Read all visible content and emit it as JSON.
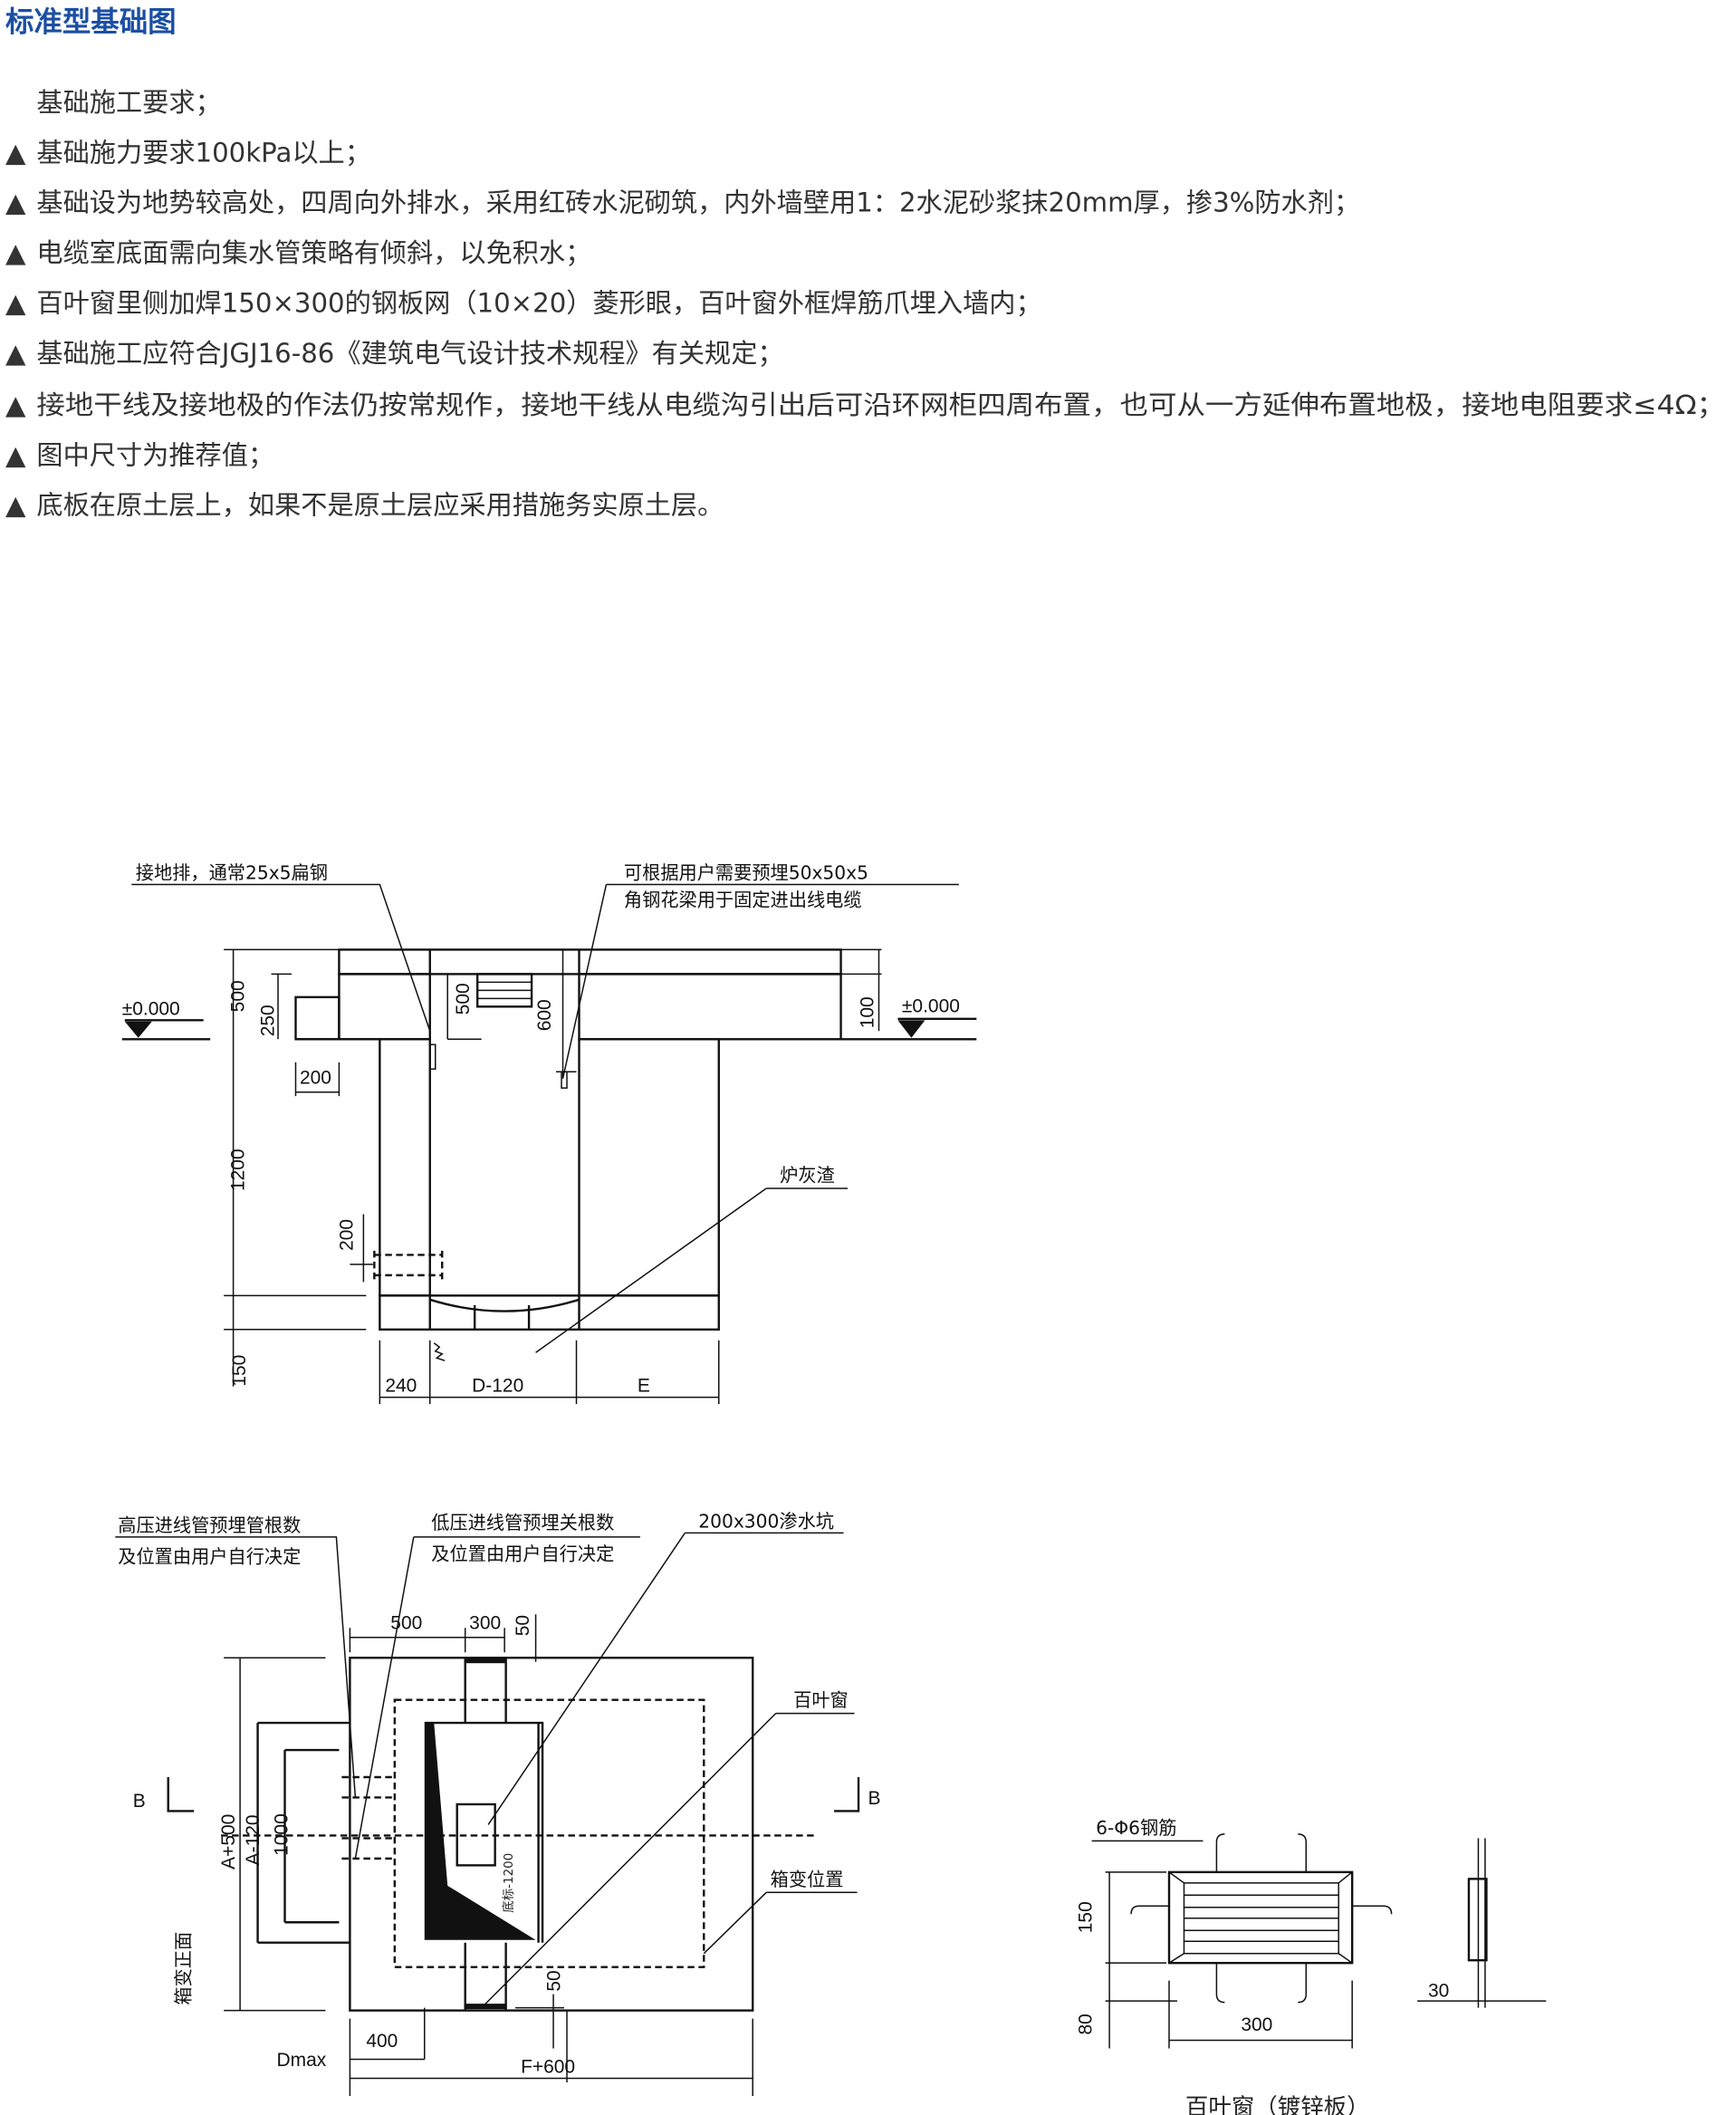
{
  "title": "标准型基础图",
  "requirements": {
    "heading": "基础施工要求；",
    "bullet": "▲",
    "items": [
      "基础施力要求100kPa以上；",
      "基础设为地势较高处，四周向外排水，采用红砖水泥砌筑，内外墙壁用1：2水泥砂浆抹20mm厚，掺3%防水剂；",
      "电缆室底面需向集水管策略有倾斜，以免积水；",
      "百叶窗里侧加焊150×300的钢板网（10×20）菱形眼，百叶窗外框焊筋爪埋入墙内；",
      "基础施工应符合JGJ16-86《建筑电气设计技术规程》有关规定；",
      "接地干线及接地极的作法仍按常规作，接地干线从电缆沟引出后可沿环网柜四周布置，也可从一方延伸布置地极，接地电阻要求≤4Ω；",
      "图中尺寸为推荐值；",
      "底板在原土层上，如果不是原土层应采用措施务实原土层。"
    ]
  },
  "section": {
    "ground_left": "±0.000",
    "ground_right": "±0.000",
    "note_ground_bar": "接地排，通常25x5扁钢",
    "note_angle_1": "可根据用户需要预埋50x50x5",
    "note_angle_2": "角钢花梁用于固定进出线电缆",
    "note_ash": "炉灰渣",
    "dims": {
      "d500a": "500",
      "d250": "250",
      "d200h": "200",
      "d1200": "1200",
      "d200v": "200",
      "d150": "150",
      "d500b": "500",
      "d600": "600",
      "d100": "100",
      "d240": "240",
      "dD": "D-120",
      "dE": "E"
    }
  },
  "plan": {
    "note_hv_1": "高压进线管预埋管根数",
    "note_hv_2": "及位置由用户自行决定",
    "note_lv_1": "低压进线管预埋关根数",
    "note_lv_2": "及位置由用户自行决定",
    "note_sump": "200x300渗水坑",
    "note_louver": "百叶窗",
    "note_position": "箱变位置",
    "front": "箱变正面",
    "bottom_mark": "底标-1200",
    "b_left": "B",
    "b_right": "B",
    "dims": {
      "d500": "500",
      "d300": "300",
      "d50t": "50",
      "d50b": "50",
      "dA500": "A+500",
      "dA120": "A-120",
      "d1000": "1000",
      "d400": "400",
      "dmax": "Dmax",
      "dF": "F+600"
    }
  },
  "louver": {
    "rebar": "6-Φ6钢筋",
    "d150": "150",
    "d80": "80",
    "d300": "300",
    "d30": "30",
    "caption": "百叶窗（镀锌板）"
  }
}
